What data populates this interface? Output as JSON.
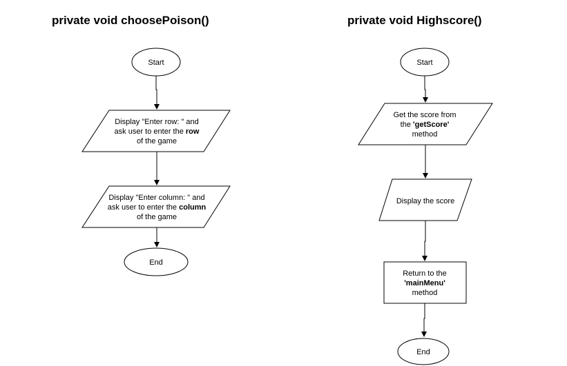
{
  "titles": {
    "left": "private void choosePoison()",
    "right": "private void Highscore()"
  },
  "left_flow": {
    "start": "Start",
    "step1": {
      "line1": "Display \"Enter row: \" and",
      "line2_pre": "ask user to enter the ",
      "line2_bold": "row",
      "line3": "of the game"
    },
    "step2": {
      "line1": "Display \"Enter column: \" and",
      "line2_pre": "ask user to enter the ",
      "line2_bold": "column",
      "line3": "of the game"
    },
    "end": "End"
  },
  "right_flow": {
    "start": "Start",
    "step1": {
      "line1": "Get the score from",
      "line2_pre": "the ",
      "line2_bold": "'getScore'",
      "line3": "method"
    },
    "step2": "Display the score",
    "step3": {
      "line1": "Return to the",
      "line2_bold": "'mainMenu'",
      "line3": "method"
    },
    "end": "End"
  },
  "colors": {
    "stroke": "#000000",
    "fill": "#ffffff",
    "text": "#000000"
  }
}
